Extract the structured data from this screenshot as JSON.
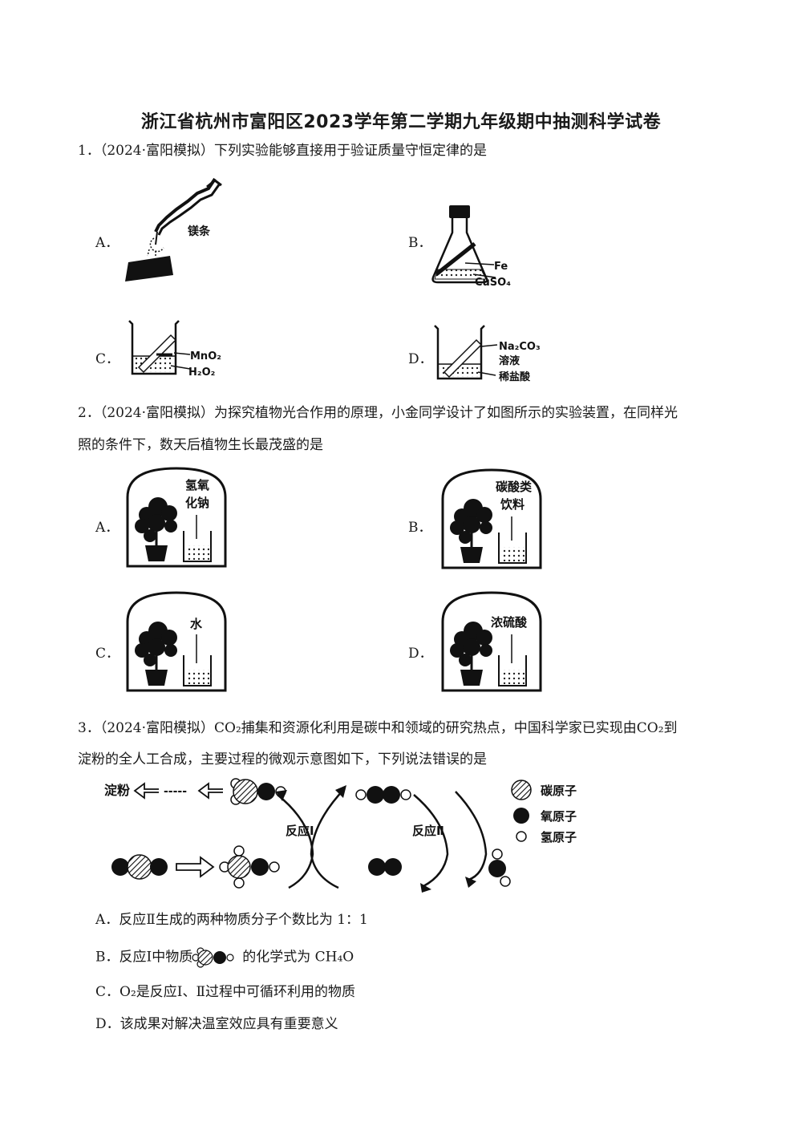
{
  "title": "浙江省杭州市富阳区2023学年第二学期九年级期中抽测科学试卷",
  "q1": {
    "number": "1．",
    "source": "（2024·富阳模拟）",
    "stem": "下列实验能够直接用于验证质量守恒定律的是",
    "options": [
      {
        "letter": "A．",
        "labels": [
          "镁条"
        ]
      },
      {
        "letter": "B．",
        "labels": [
          "Fe",
          "CuSO₄"
        ]
      },
      {
        "letter": "C．",
        "labels": [
          "MnO₂",
          "H₂O₂"
        ]
      },
      {
        "letter": "D．",
        "labels": [
          "Na₂CO₃",
          "溶液",
          "稀盐酸"
        ]
      }
    ]
  },
  "q2": {
    "number": "2．",
    "source": "（2024·富阳模拟）",
    "stem_line1": "为探究植物光合作用的原理，小金同学设计了如图所示的实验装置，在同样光",
    "stem_line2": "照的条件下，数天后植物生长最茂盛的是",
    "options": [
      {
        "letter": "A．",
        "labels": [
          "氢氧",
          "化钠"
        ]
      },
      {
        "letter": "B．",
        "labels": [
          "碳酸类",
          "饮料"
        ]
      },
      {
        "letter": "C．",
        "labels": [
          "水"
        ]
      },
      {
        "letter": "D．",
        "labels": [
          "浓硫酸"
        ]
      }
    ]
  },
  "q3": {
    "number": "3．",
    "source": "（2024·富阳模拟）",
    "stem_line1_a": "CO₂",
    "stem_line1_b": "捕集和资源化利用是碳中和领域的研究热点，中国科学家已实现由",
    "stem_line1_c": "CO₂",
    "stem_line1_d": "到",
    "stem_line2": "淀粉的全人工合成，主要过程的微观示意图如下，下列说法错误的是",
    "diagram": {
      "starch": "淀粉",
      "reaction1": "反应Ⅰ",
      "reaction2": "反应Ⅱ",
      "legend": [
        "碳原子",
        "氧原子",
        "氢原子"
      ]
    },
    "options": [
      {
        "letter": "A．",
        "text": "反应Ⅱ生成的两种物质分子个数比为 1：1"
      },
      {
        "letter": "B．",
        "text_a": "反应Ⅰ中物质",
        "text_b": "的化学式为 CH₄O"
      },
      {
        "letter": "C．",
        "text": "O₂是反应Ⅰ、Ⅱ过程中可循环利用的物质"
      },
      {
        "letter": "D．",
        "text": "该成果对解决温室效应具有重要意义"
      }
    ]
  }
}
